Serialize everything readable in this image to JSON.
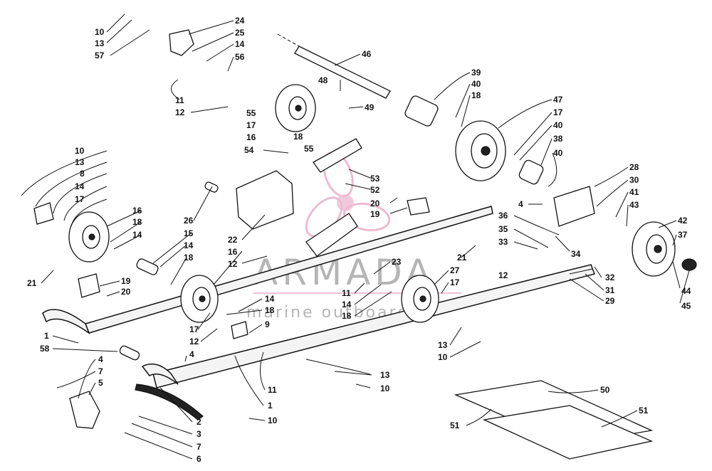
{
  "watermark": {
    "brand": "ARMADA",
    "tagline": "marine outboards",
    "accent_color": "#e6a6c4"
  },
  "labels": {
    "l1": "10",
    "l2": "13",
    "l3": "57",
    "l4": "24",
    "l5": "25",
    "l6": "14",
    "l7": "56",
    "l8": "11",
    "l9": "12",
    "l10": "46",
    "l11": "48",
    "l12": "49",
    "l13": "55",
    "l14": "17",
    "l15": "16",
    "l16": "18",
    "l17": "55",
    "l18": "54",
    "l19": "39",
    "l20": "40",
    "l21": "18",
    "l22": "47",
    "l23": "17",
    "l24": "40",
    "l25": "38",
    "l26": "40",
    "l27": "10",
    "l28": "13",
    "l29": "8",
    "l30": "14",
    "l31": "17",
    "l32": "16",
    "l33": "18",
    "l34": "14",
    "l35": "26",
    "l36": "15",
    "l37": "14",
    "l38": "18",
    "l39": "22",
    "l40": "16",
    "l41": "12",
    "l42": "53",
    "l43": "52",
    "l44": "20",
    "l45": "19",
    "l46": "4",
    "l47": "28",
    "l48": "30",
    "l49": "41",
    "l50": "43",
    "l51": "36",
    "l52": "35",
    "l53": "33",
    "l54": "42",
    "l55": "37",
    "l56": "34",
    "l57": "21",
    "l58": "21",
    "l59": "19",
    "l60": "20",
    "l61": "23",
    "l62": "27",
    "l63": "17",
    "l64": "12",
    "l65": "32",
    "l66": "31",
    "l67": "29",
    "l68": "44",
    "l69": "45",
    "l70": "11",
    "l71": "14",
    "l72": "18",
    "l73": "14",
    "l74": "18",
    "l75": "17",
    "l76": "12",
    "l77": "9",
    "l78": "13",
    "l79": "10",
    "l80": "1",
    "l81": "58",
    "l82": "4",
    "l83": "4",
    "l84": "7",
    "l85": "5",
    "l86": "13",
    "l87": "11",
    "l88": "10",
    "l89": "1",
    "l90": "2",
    "l91": "3",
    "l92": "7",
    "l93": "6",
    "l94": "10",
    "l95": "50",
    "l96": "51",
    "l97": "51"
  }
}
